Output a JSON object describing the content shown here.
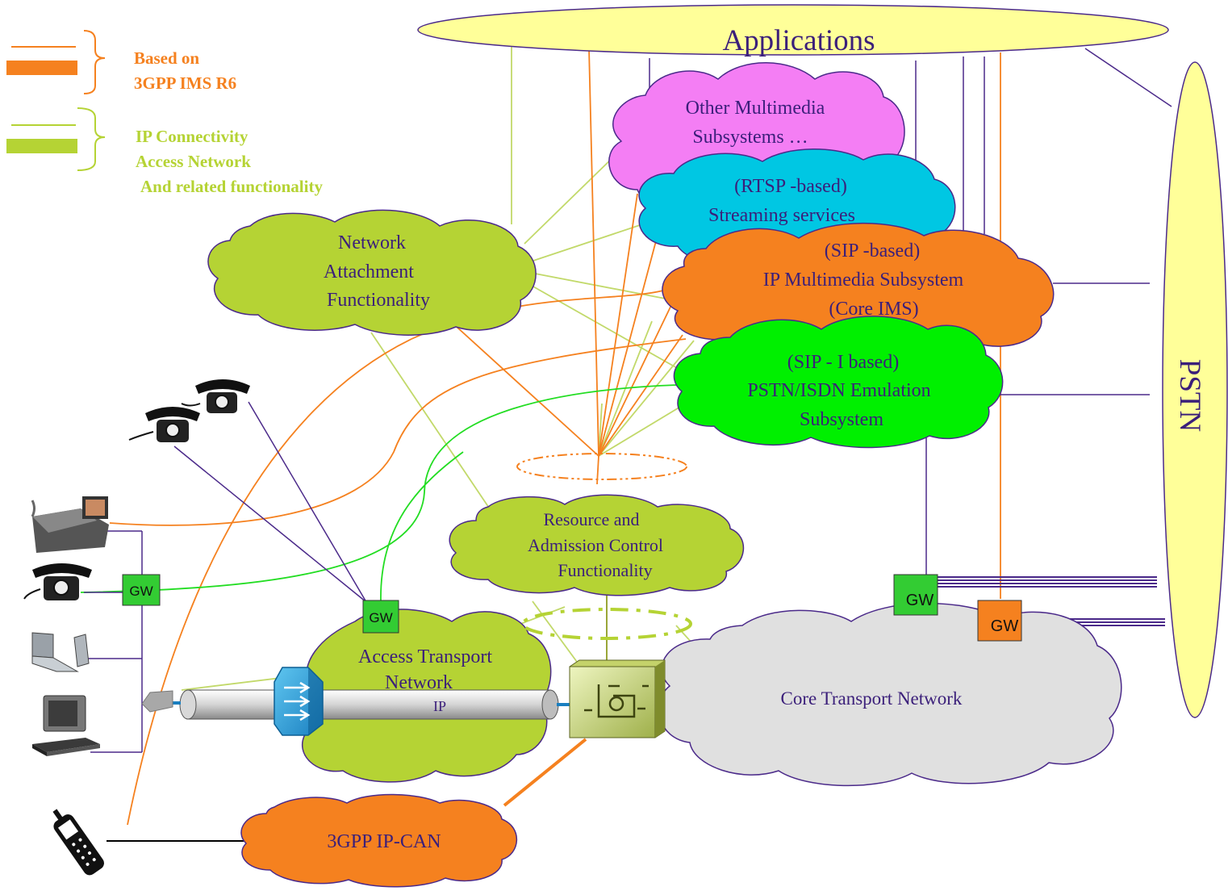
{
  "legend": {
    "group1": [
      "Based on",
      "3GPP IMS R6"
    ],
    "group2": [
      "IP Connectivity",
      "Access Network",
      "And related functionality"
    ]
  },
  "colors": {
    "ims_orange": "#f5811f",
    "access_green": "#b5d334",
    "connectivity_line_green": "#c2d96a",
    "purple_line": "#4b2a8a",
    "text_purple": "#3b1f7a",
    "applications_yellow": "#ffff99",
    "other_mm_pink": "#f47ef4",
    "streaming_cyan": "#00c7e3",
    "pstn_emulation_green": "#00f000",
    "core_transport_gray": "#e0e0e0",
    "gw_green": "#33cc33"
  },
  "nodes": {
    "applications": "Applications",
    "pstn": "PSTN",
    "other_mm": [
      "Other Multimedia",
      "Subsystems …"
    ],
    "streaming": [
      "(RTSP  -based)",
      "Streaming services"
    ],
    "ims": [
      "(SIP -based)",
      "IP Multimedia Subsystem",
      "(Core IMS)"
    ],
    "pes": [
      "(SIP - I based)",
      "PSTN/ISDN Emulation",
      "Subsystem"
    ],
    "naf": [
      "Network",
      "Attachment",
      "Functionality"
    ],
    "racf": [
      "Resource and",
      "Admission Control",
      "Functionality"
    ],
    "access": [
      "Access Transport",
      "Network"
    ],
    "core": "Core Transport Network",
    "ipcan": "3GPP IP-CAN",
    "ip_pipe": "IP",
    "gw": "GW"
  },
  "icons": [
    "desk-phone-icon",
    "video-phone-icon",
    "laptop-icon",
    "tv-icon",
    "mobile-phone-icon",
    "router-icon",
    "border-gateway-icon"
  ]
}
